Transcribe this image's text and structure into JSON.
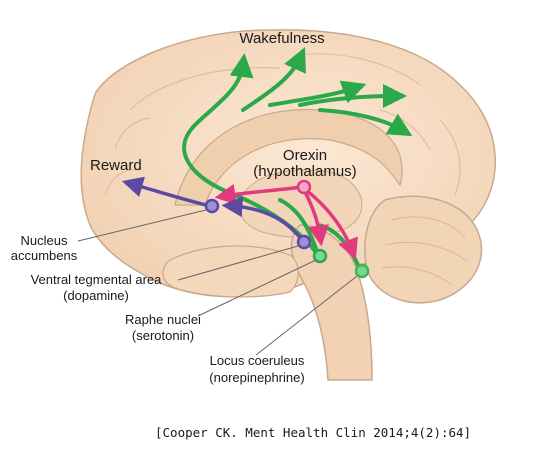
{
  "labels": {
    "wakefulness": "Wakefulness",
    "reward": "Reward",
    "orexin_line1": "Orexin",
    "orexin_line2": "(hypothalamus)",
    "nucleus_line1": "Nucleus",
    "nucleus_line2": "accumbens",
    "vta_line1": "Ventral tegmental area",
    "vta_line2": "(dopamine)",
    "raphe_line1": "Raphe nuclei",
    "raphe_line2": "(serotonin)",
    "locus_line1": "Locus coeruleus",
    "locus_line2": "(norepinephrine)"
  },
  "citation": "[Cooper CK. Ment Health Clin 2014;4(2):64]",
  "colors": {
    "brain_fill": "#f6dcc2",
    "brain_stroke": "#c9a98a",
    "orexin_pathway": "#e23a7e",
    "dopamine_pathway": "#5b4aa3",
    "wakefulness_pathway": "#2aa84a",
    "locus_node": "#3fb55a"
  }
}
